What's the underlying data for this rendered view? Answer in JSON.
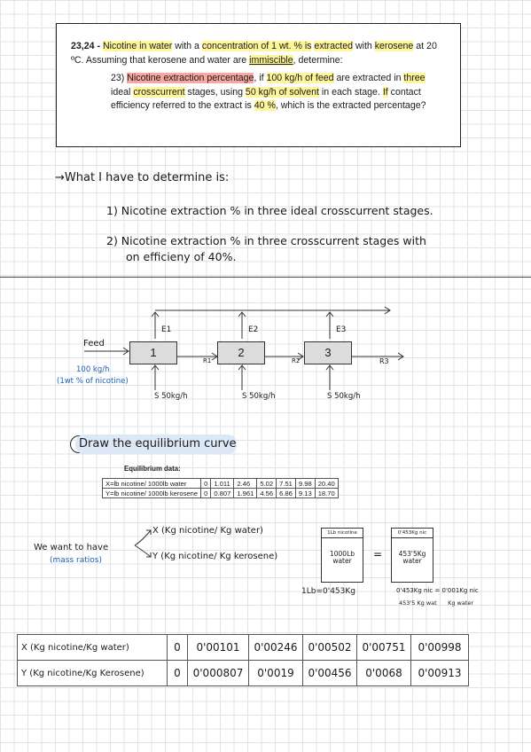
{
  "problem": {
    "number": "23,24 -",
    "p1": {
      "t1": "Nicotine in water",
      "t2": " with a ",
      "t3": "concentration of 1 wt. % is",
      "t4": " ",
      "t5": "extracted",
      "t6": " with ",
      "t7": "kerosene",
      "t8": " at 20 ºC. Assuming that kerosene and water are ",
      "t9": "immiscible",
      "t10": ", determine:"
    },
    "p2": {
      "t1": "23)",
      "t2": " ",
      "t3": "Nicotine extraction percentage",
      "t4": ", if ",
      "t5": "100 kg/h of feed",
      "t6": " are extracted in ",
      "t7": "three",
      "t8": " ideal ",
      "t9": "crosscurrent",
      "t10": " stages, using ",
      "t11": "50 kg/h of solvent",
      "t12": " in each stage. ",
      "t13": "If",
      "t14": " contact efficiency referred to the extract is ",
      "t15": "40 %",
      "t16": ", which is the extracted percentage?"
    }
  },
  "notes": {
    "heading": "→What I have to determine is:",
    "item1": "1) Nicotine extraction % in three ideal crosscurrent stages.",
    "item2a": "2) Nicotine extraction % in three crosscurrent stages with",
    "item2b": "on efficieny of 40%."
  },
  "diagram": {
    "feed": "Feed",
    "feed_rate": "100 kg/h",
    "feed_comp": "(1wt % of nicotine)",
    "stages": [
      "1",
      "2",
      "3"
    ],
    "extracts": [
      "E1",
      "E2",
      "E3"
    ],
    "raffinates": [
      "R1",
      "R2",
      "R3"
    ],
    "solvents": [
      "S 50kg/h",
      "S 50kg/h",
      "S 50kg/h"
    ]
  },
  "step1": {
    "num": "1",
    "title": "Draw the equilibrium curve"
  },
  "equilibrium": {
    "title": "Equilibrium data:",
    "rows": [
      {
        "label": "X=lb nicotine/ 1000lb water",
        "values": [
          "0",
          "1.011",
          "2.46",
          "5.02",
          "7.51",
          "9.98",
          "20.40"
        ]
      },
      {
        "label": "Y=lb nicotine/ 1000lb kerosene",
        "values": [
          "0",
          "0.807",
          "1.961",
          "4.56",
          "6.86",
          "9.13",
          "18.70"
        ]
      }
    ]
  },
  "mass_ratios": {
    "want": "We want to have",
    "sub": "(mass ratios)",
    "x_def": "X (Kg nicotine/ Kg water)",
    "y_def": "Y (Kg nicotine/ Kg kerosene)"
  },
  "conversion": {
    "box1_top": "1Lb nicotine",
    "box1_val": "1000Lb water",
    "equals": "=",
    "box2_top": "0'453Kg nic",
    "box2_val": "453'5Kg water",
    "note1": "1Lb=0'453Kg",
    "note2a": "0'453Kg nic = 0'001Kg nic",
    "note2b": "453'5 Kg wat      Kg water"
  },
  "results": {
    "rows": [
      {
        "label": "X (Kg nicotine/Kg water)",
        "values": [
          "0",
          "0'00101",
          "0'00246",
          "0'00502",
          "0'00751",
          "0'00998"
        ]
      },
      {
        "label": "Y (Kg nicotine/Kg Kerosene)",
        "values": [
          "0",
          "0'000807",
          "0'0019",
          "0'00456",
          "0'0068",
          "0'00913"
        ]
      }
    ]
  },
  "colors": {
    "highlight_yellow": "#fff59a",
    "highlight_red": "#f7a8a0",
    "ink_blue": "#1f5fb5"
  }
}
